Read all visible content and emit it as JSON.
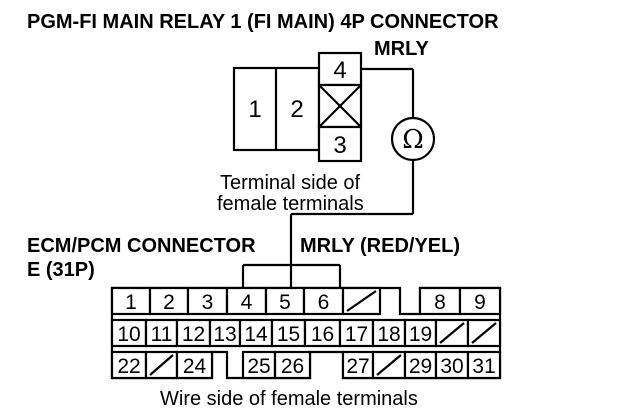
{
  "title": "PGM-FI MAIN RELAY 1 (FI MAIN) 4P CONNECTOR",
  "relay_connector": {
    "terminal_label": "MRLY",
    "pins": {
      "p1": "1",
      "p2": "2",
      "p3": "3",
      "p4": "4"
    },
    "caption_line1": "Terminal side of",
    "caption_line2": "female terminals"
  },
  "meter": {
    "symbol": "Ω"
  },
  "ecm_connector": {
    "title_line1": "ECM/PCM CONNECTOR",
    "title_line2": "E (31P)",
    "wire_label": "MRLY (RED/YEL)",
    "caption": "Wire side of female terminals",
    "row1": [
      "1",
      "2",
      "3",
      "4",
      "5",
      "6",
      "/",
      "",
      "8",
      "9"
    ],
    "row2": [
      "10",
      "11",
      "12",
      "13",
      "14",
      "15",
      "16",
      "17",
      "18",
      "19",
      "/",
      "/"
    ],
    "row3": [
      "22",
      "/",
      "24",
      "",
      "25",
      "26",
      "",
      "27",
      "/",
      "29",
      "30",
      "31"
    ]
  }
}
